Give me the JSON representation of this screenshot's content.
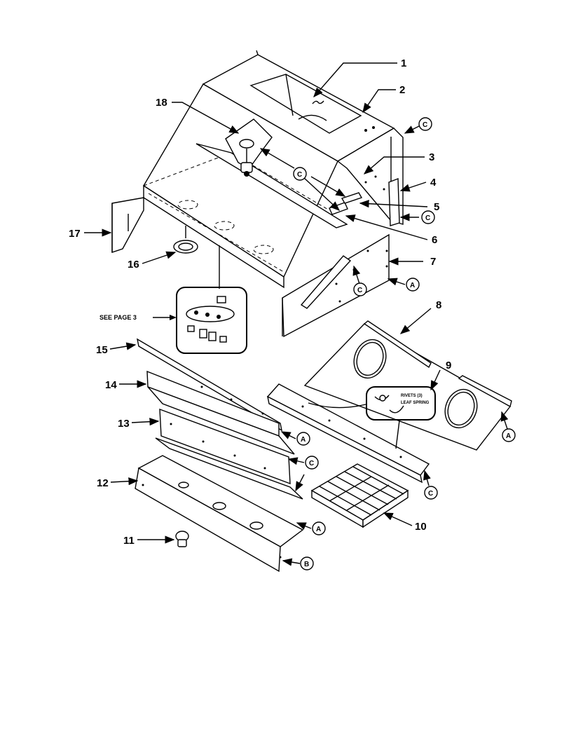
{
  "parts": {
    "p1": "1",
    "p2": "2",
    "p3": "3",
    "p4": "4",
    "p5": "5",
    "p6": "6",
    "p7": "7",
    "p8": "8",
    "p9": "9",
    "p10": "10",
    "p11": "11",
    "p12": "12",
    "p13": "13",
    "p14": "14",
    "p15": "15",
    "p16": "16",
    "p17": "17",
    "p18": "18"
  },
  "refs": {
    "a": "A",
    "b": "B",
    "c": "C"
  },
  "notes": {
    "see_page": "SEE PAGE 3",
    "rivets": "RIVETS (3)",
    "leaf_spring": "LEAF SPRING"
  }
}
